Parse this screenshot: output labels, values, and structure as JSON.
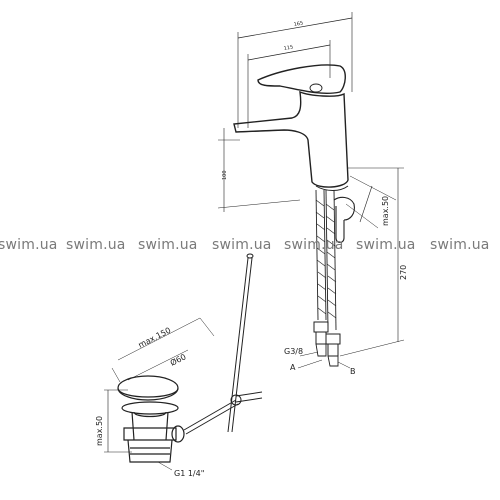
{
  "watermark": "swim.ua",
  "dimensions": {
    "top_outer": "165",
    "top_inner": "115",
    "height_left": "100",
    "spout_depth": "max.50",
    "hose_length": "270",
    "thread_hose": "G3/8",
    "point_a": "A",
    "point_b": "B",
    "drain_length": "max.150",
    "drain_diameter": "Ø60",
    "drain_height": "max.50",
    "drain_thread": "G1 1/4\""
  }
}
